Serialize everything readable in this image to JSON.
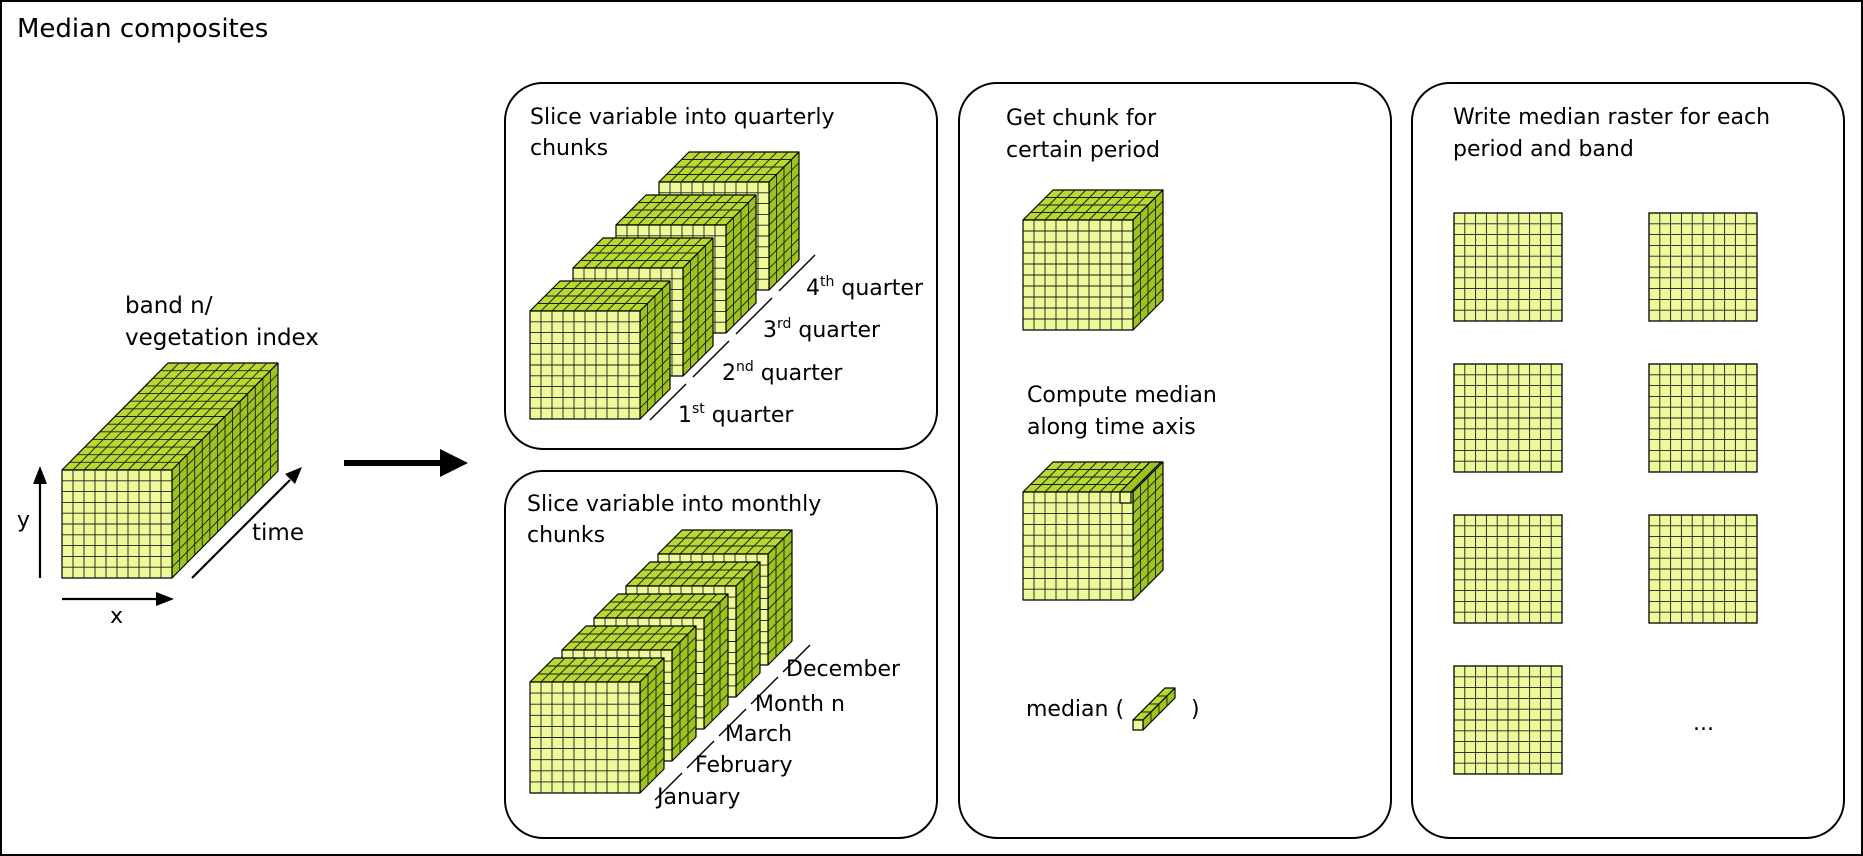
{
  "title": "Median composites",
  "colors": {
    "front": "#eef99a",
    "top": "#b8d930",
    "side": "#9cc41c",
    "grid": "#1c1c1c",
    "stroke": "#000000",
    "background": "#ffffff"
  },
  "input": {
    "label_line1": "band n/",
    "label_line2": "vegetation index",
    "axis_y": "y",
    "axis_x": "x",
    "axis_time": "time"
  },
  "quarterly": {
    "title_line1": "Slice variable into quarterly",
    "title_line2": "chunks",
    "labels": [
      {
        "num": "1",
        "sup": "st",
        "text": " quarter"
      },
      {
        "num": "2",
        "sup": "nd",
        "text": " quarter"
      },
      {
        "num": "3",
        "sup": "rd",
        "text": " quarter"
      },
      {
        "num": "4",
        "sup": "th",
        "text": " quarter"
      }
    ]
  },
  "monthly": {
    "title_line1": "Slice variable into monthly",
    "title_line2": "chunks",
    "labels": [
      "January",
      "February",
      "March",
      "Month n",
      "December"
    ]
  },
  "middle": {
    "step1_line1": "Get chunk for",
    "step1_line2": "certain period",
    "step2_line1": "Compute median",
    "step2_line2": "along time axis",
    "median_open": "median (",
    "median_close": ")"
  },
  "output": {
    "title_line1": "Write median raster for each",
    "title_line2": "period and band",
    "ellipsis": "..."
  }
}
